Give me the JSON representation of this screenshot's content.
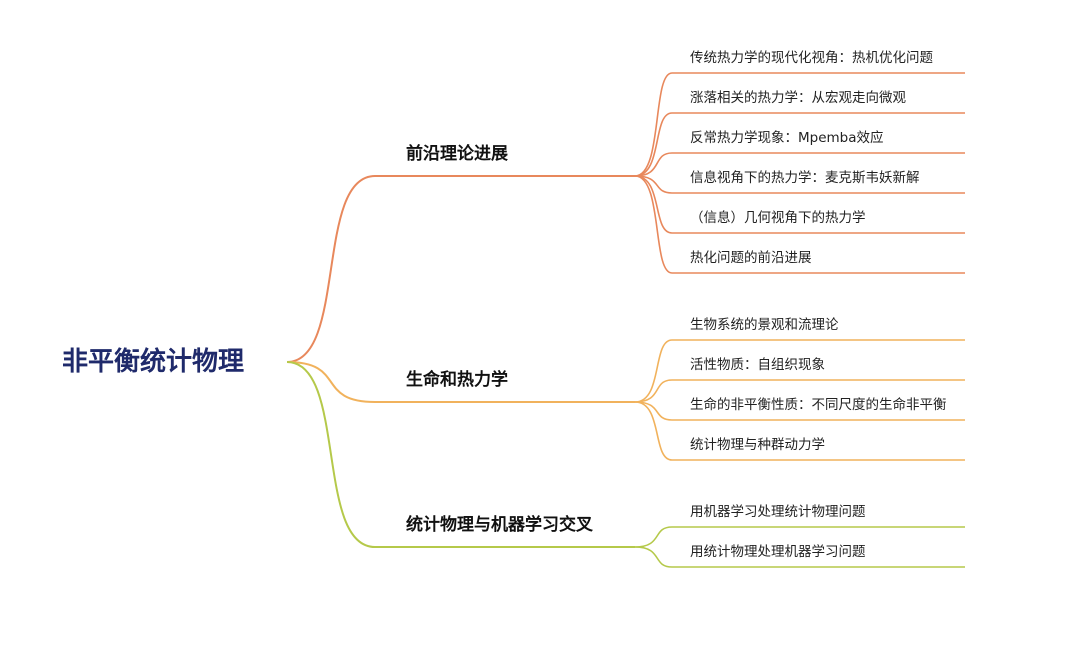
{
  "root": {
    "label": "非平衡统计物理"
  },
  "branches": [
    {
      "label": "前沿理论进展",
      "color": "#e8885c",
      "children": [
        "传统热力学的现代化视角：热机优化问题",
        "涨落相关的热力学：从宏观走向微观",
        "反常热力学现象：Mpemba效应",
        "信息视角下的热力学：麦克斯韦妖新解",
        "（信息）几何视角下的热力学",
        "热化问题的前沿进展"
      ]
    },
    {
      "label": "生命和热力学",
      "color": "#f1b25c",
      "children": [
        "生物系统的景观和流理论",
        "活性物质：自组织现象",
        "生命的非平衡性质：不同尺度的生命非平衡",
        "统计物理与种群动力学"
      ]
    },
    {
      "label": "统计物理与机器学习交叉",
      "color": "#b5c94a",
      "children": [
        "用机器学习处理统计物理问题",
        "用统计物理处理机器学习问题"
      ]
    }
  ]
}
